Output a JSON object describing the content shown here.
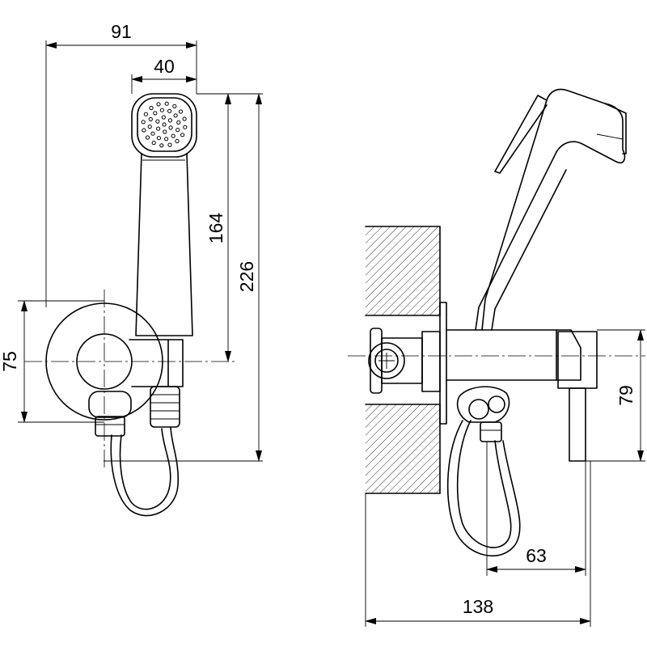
{
  "dimensions": {
    "d91": "91",
    "d40": "40",
    "d164": "164",
    "d226": "226",
    "d75": "75",
    "d79": "79",
    "d63": "63",
    "d138": "138"
  },
  "icons": {
    "arrowhead": "arrowhead-icon"
  },
  "colors": {
    "line": "#000000",
    "background": "#ffffff"
  }
}
